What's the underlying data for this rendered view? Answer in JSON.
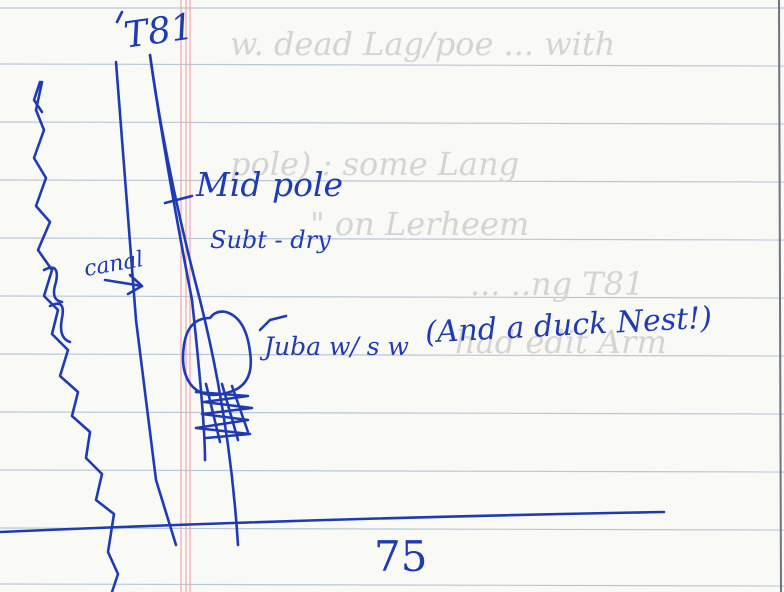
{
  "labels": {
    "top": "T81",
    "mid_pole": "Mid pole",
    "sub_dry": "Subt - dry",
    "canal": "canal",
    "juba": "Juba w/ s w",
    "duck_nest": "(And a duck Nest!)",
    "page_number": "75"
  },
  "ink_color": "#1f3bb3"
}
